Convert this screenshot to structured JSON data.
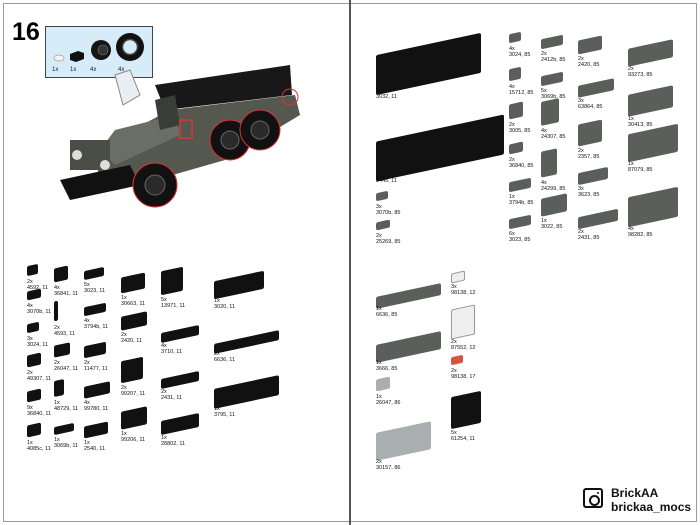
{
  "step_number": "16",
  "callout": {
    "items": [
      {
        "qty": "1x",
        "icon": "trans-clear-round-tile"
      },
      {
        "qty": "1x",
        "icon": "bracket"
      },
      {
        "qty": "4x",
        "icon": "wheel-rim"
      },
      {
        "qty": "4x",
        "icon": "tire"
      }
    ]
  },
  "colors": {
    "black": "#111111",
    "dark_bluish_gray": "#5b5f5c",
    "light_bluish_gray": "#a9aeb1",
    "trans_clear": "#eeeeee",
    "trans_red": "#d9523f",
    "callout_bg": "#d6ecf8"
  },
  "inventory_left": [
    {
      "qty": "2x",
      "part": "4592, 11"
    },
    {
      "qty": "4x",
      "part": "3070b, 11"
    },
    {
      "qty": "3x",
      "part": "3024, 11"
    },
    {
      "qty": "2x",
      "part": "49307, 11"
    },
    {
      "qty": "9x",
      "part": "36840, 11"
    },
    {
      "qty": "1x",
      "part": "4085c, 11"
    },
    {
      "qty": "4x",
      "part": "36841, 11"
    },
    {
      "qty": "2x",
      "part": "4593, 11"
    },
    {
      "qty": "2x",
      "part": "26047, 11"
    },
    {
      "qty": "1x",
      "part": "48729, 11"
    },
    {
      "qty": "1x",
      "part": "3069b, 11"
    },
    {
      "qty": "5x",
      "part": "3023, 11"
    },
    {
      "qty": "4x",
      "part": "3794b, 11"
    },
    {
      "qty": "2x",
      "part": "11477, 11"
    },
    {
      "qty": "4x",
      "part": "99780, 11"
    },
    {
      "qty": "1x",
      "part": "2540, 11"
    },
    {
      "qty": "1x",
      "part": "30663, 11"
    },
    {
      "qty": "2x",
      "part": "2420, 11"
    },
    {
      "qty": "2x",
      "part": "99207, 11"
    },
    {
      "qty": "1x",
      "part": "99206, 11"
    },
    {
      "qty": "5x",
      "part": "13971, 11"
    },
    {
      "qty": "4x",
      "part": "3710, 11"
    },
    {
      "qty": "2x",
      "part": "2431, 11"
    },
    {
      "qty": "1x",
      "part": "28802, 11"
    },
    {
      "qty": "1x",
      "part": "3020, 11"
    },
    {
      "qty": "2x",
      "part": "6636, 11"
    },
    {
      "qty": "1x",
      "part": "3795, 11"
    }
  ],
  "inventory_right_top": [
    {
      "qty": "1x",
      "part": "3032, 11"
    },
    {
      "qty": "1x",
      "part": "2445, 11"
    },
    {
      "qty": "3x",
      "part": "3070b, 85"
    },
    {
      "qty": "2x",
      "part": "25269, 85"
    },
    {
      "qty": "4x",
      "part": "3024, 85"
    },
    {
      "qty": "4x",
      "part": "15712, 85"
    },
    {
      "qty": "2x",
      "part": "3005, 85"
    },
    {
      "qty": "2x",
      "part": "36840, 85"
    },
    {
      "qty": "1x",
      "part": "3794b, 85"
    },
    {
      "qty": "6x",
      "part": "3023, 85"
    },
    {
      "qty": "2x",
      "part": "2412b, 85"
    },
    {
      "qty": "5x",
      "part": "3069b, 85"
    },
    {
      "qty": "4x",
      "part": "24307, 85"
    },
    {
      "qty": "4x",
      "part": "24299, 85"
    },
    {
      "qty": "1x",
      "part": "3022, 85"
    },
    {
      "qty": "2x",
      "part": "2420, 85"
    },
    {
      "qty": "3x",
      "part": "63864, 85"
    },
    {
      "qty": "2x",
      "part": "2357, 85"
    },
    {
      "qty": "3x",
      "part": "3623, 85"
    },
    {
      "qty": "2x",
      "part": "2431, 85"
    },
    {
      "qty": "2x",
      "part": "93273, 85"
    },
    {
      "qty": "1x",
      "part": "30413, 85"
    },
    {
      "qty": "1x",
      "part": "87079, 85"
    },
    {
      "qty": "4x",
      "part": "98282, 85"
    }
  ],
  "inventory_right_bottom": [
    {
      "qty": "1x",
      "part": "6636, 85"
    },
    {
      "qty": "1x",
      "part": "3666, 85"
    },
    {
      "qty": "1x",
      "part": "26047, 86"
    },
    {
      "qty": "2x",
      "part": "30157, 86"
    },
    {
      "qty": "3x",
      "part": "98138, 12"
    },
    {
      "qty": "2x",
      "part": "87552, 12"
    },
    {
      "qty": "2x",
      "part": "98138, 17"
    },
    {
      "qty": "5x",
      "part": "61254, 11"
    }
  ],
  "branding": {
    "name": "BrickAA",
    "handle": "brickaa_mocs",
    "icon": "instagram-icon"
  }
}
